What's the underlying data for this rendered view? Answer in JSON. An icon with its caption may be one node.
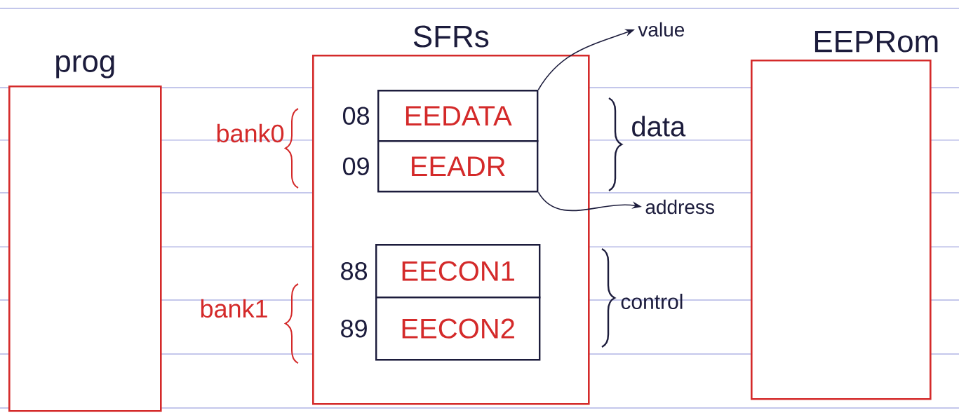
{
  "diagram": {
    "nodes": [
      {
        "text": [
          "prog"
        ]
      },
      {
        "text": [
          "SFRs"
        ]
      },
      {
        "text": [
          "EEDATA"
        ],
        "in": 1,
        "beside": [
          "08"
        ]
      },
      {
        "text": [
          "EEADR"
        ],
        "in": 1,
        "beside": [
          "09"
        ]
      },
      {
        "text": [
          "EECON1"
        ],
        "in": 1,
        "beside": [
          "88"
        ]
      },
      {
        "text": [
          "EECON2"
        ],
        "in": 1,
        "beside": [
          "89"
        ]
      },
      {
        "text": [
          "EEPRom"
        ]
      },
      {
        "text": [
          "value"
        ]
      },
      {
        "text": [
          "address"
        ]
      }
    ],
    "edges": [
      {
        "from": 2,
        "to": 7,
        "arrow": "to"
      },
      {
        "from": 3,
        "to": 8,
        "arrow": "to"
      }
    ],
    "labels": [
      "bank0",
      "data",
      "bank1",
      "control"
    ]
  }
}
